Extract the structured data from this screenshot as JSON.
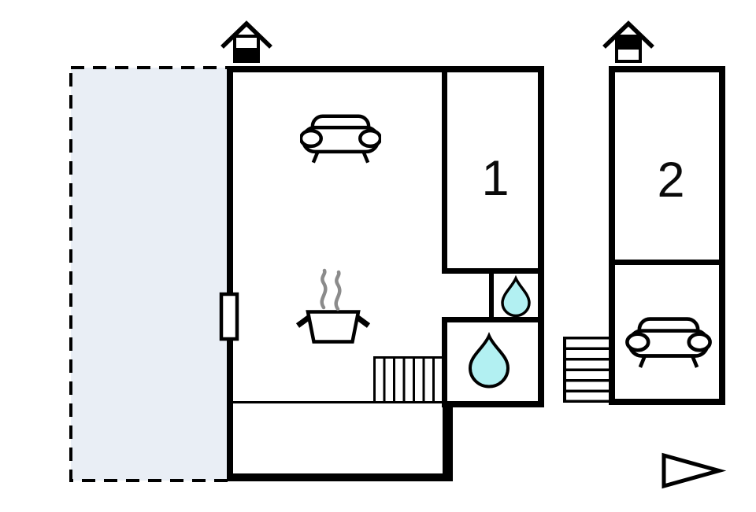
{
  "plan": {
    "type": "floor-plan",
    "rooms": {
      "room1_label": "1",
      "room2_label": "2"
    },
    "colors": {
      "background": "#ffffff",
      "wall": "#000000",
      "terrace_fill": "#e9eef5",
      "water_drop_fill": "#b2f0f2",
      "steam_stroke": "#8b8b8b"
    },
    "icons": {
      "entrance_main": "house-entrance-icon",
      "entrance_annex": "house-entrance-icon",
      "living_room_main": "sofa-icon",
      "living_room_annex": "sofa-icon",
      "kitchen": "cooking-pot-icon",
      "bathroom_small": "water-drop-icon",
      "bathroom_large": "water-drop-icon",
      "stairs_main": "stairs-icon",
      "stairs_annex": "stairs-icon",
      "orientation": "direction-arrow-icon",
      "terrace_door": "door-window-icon"
    }
  }
}
